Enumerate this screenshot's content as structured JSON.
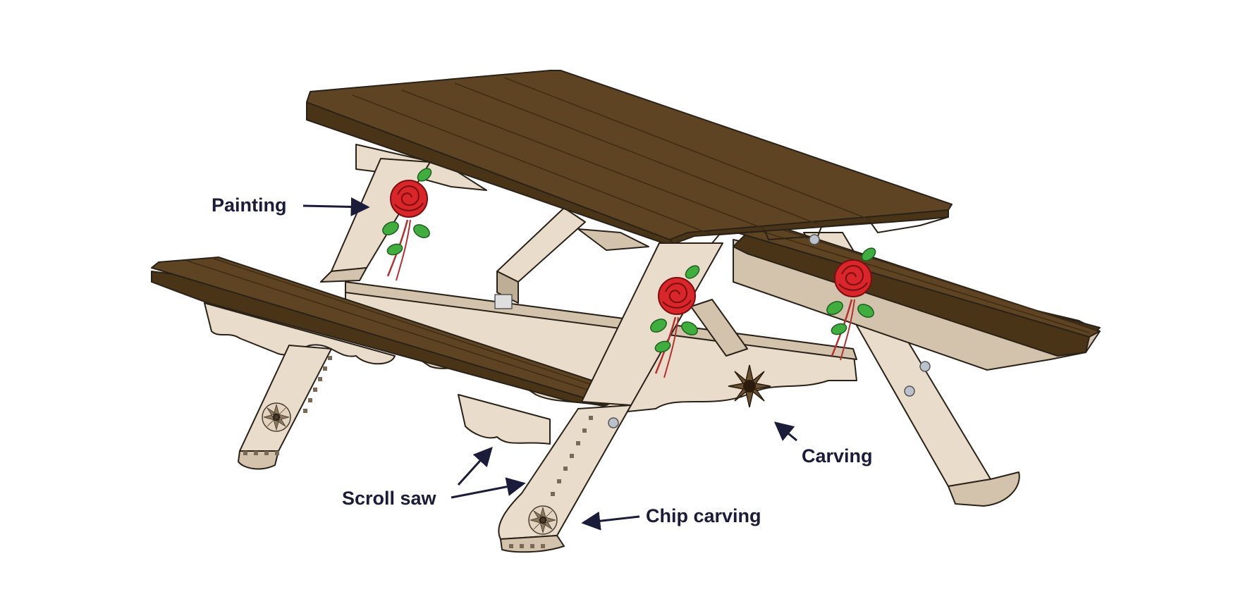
{
  "callouts": {
    "painting": "Painting",
    "carving": "Carving",
    "scroll_saw": "Scroll saw",
    "chip_carving": "Chip carving"
  },
  "colors": {
    "wood_top": "#5e4422",
    "wood_top_edge": "#3f2c15",
    "wood_top_side": "#4a3418",
    "frame": "#e9dccb",
    "frame_shade": "#d3c3ad",
    "frame_dark": "#bfae96",
    "outline": "#2a2218",
    "rose_red": "#d8262a",
    "leaf_green": "#3fae3f",
    "arrow": "#1b1b3a"
  }
}
